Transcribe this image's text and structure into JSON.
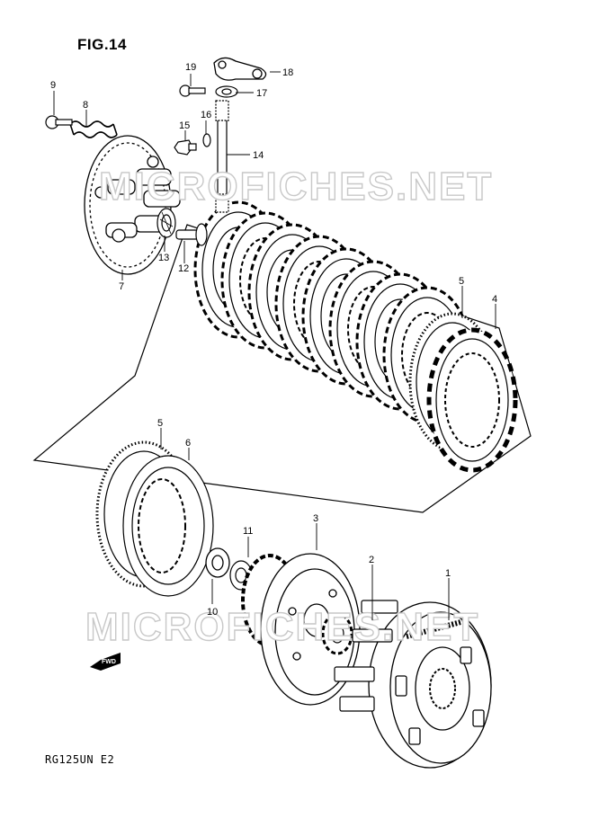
{
  "figure": {
    "title": "FIG.14",
    "model_code": "RG125UN  E2"
  },
  "watermarks": [
    "MICROFICHES.NET",
    "MICROFICHES.NET"
  ],
  "fwd_label": "FWD",
  "callouts": [
    {
      "id": "c19",
      "label": "19"
    },
    {
      "id": "c18",
      "label": "18"
    },
    {
      "id": "c17",
      "label": "17"
    },
    {
      "id": "c9",
      "label": "9"
    },
    {
      "id": "c8",
      "label": "8"
    },
    {
      "id": "c16",
      "label": "16"
    },
    {
      "id": "c15",
      "label": "15"
    },
    {
      "id": "c14",
      "label": "14"
    },
    {
      "id": "c13",
      "label": "13"
    },
    {
      "id": "c12",
      "label": "12"
    },
    {
      "id": "c7",
      "label": "7"
    },
    {
      "id": "c5a",
      "label": "5"
    },
    {
      "id": "c4",
      "label": "4"
    },
    {
      "id": "c5b",
      "label": "5"
    },
    {
      "id": "c6",
      "label": "6"
    },
    {
      "id": "c3",
      "label": "3"
    },
    {
      "id": "c11",
      "label": "11"
    },
    {
      "id": "c2",
      "label": "2"
    },
    {
      "id": "c1",
      "label": "1"
    },
    {
      "id": "c10",
      "label": "10"
    }
  ]
}
